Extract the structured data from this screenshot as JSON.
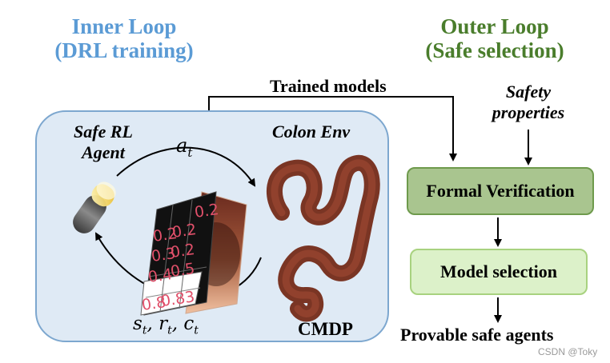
{
  "inner_loop": {
    "title_line1": "Inner Loop",
    "title_line2": "(DRL training)"
  },
  "outer_loop": {
    "title_line1": "Outer Loop",
    "title_line2": "(Safe selection)"
  },
  "labels": {
    "trained_models": "Trained models",
    "safety_line1": "Safety",
    "safety_line2": "properties",
    "agent_line1": "Safe RL",
    "agent_line2": "Agent",
    "action": "a",
    "action_sub": "t",
    "colon_env": "Colon Env",
    "cmdp": "CMDP",
    "formal_verification": "Formal Verification",
    "model_selection": "Model selection",
    "provable": "Provable safe agents",
    "s": "s",
    "r": "r",
    "c": "c",
    "sub_t": "t",
    "watermark": "CSDN @Toky"
  },
  "matrix_values": [
    "0.2",
    "0.2",
    "0.2",
    "0.3",
    "0.2",
    "0.4",
    "0.5",
    "0.8",
    "0.83"
  ],
  "colors": {
    "inner": "#5b9bd5",
    "outer": "#4a7d2c",
    "colon": "#7a3524",
    "fv_fill": "#a9c58f",
    "ms_fill": "#dcf1c9"
  }
}
